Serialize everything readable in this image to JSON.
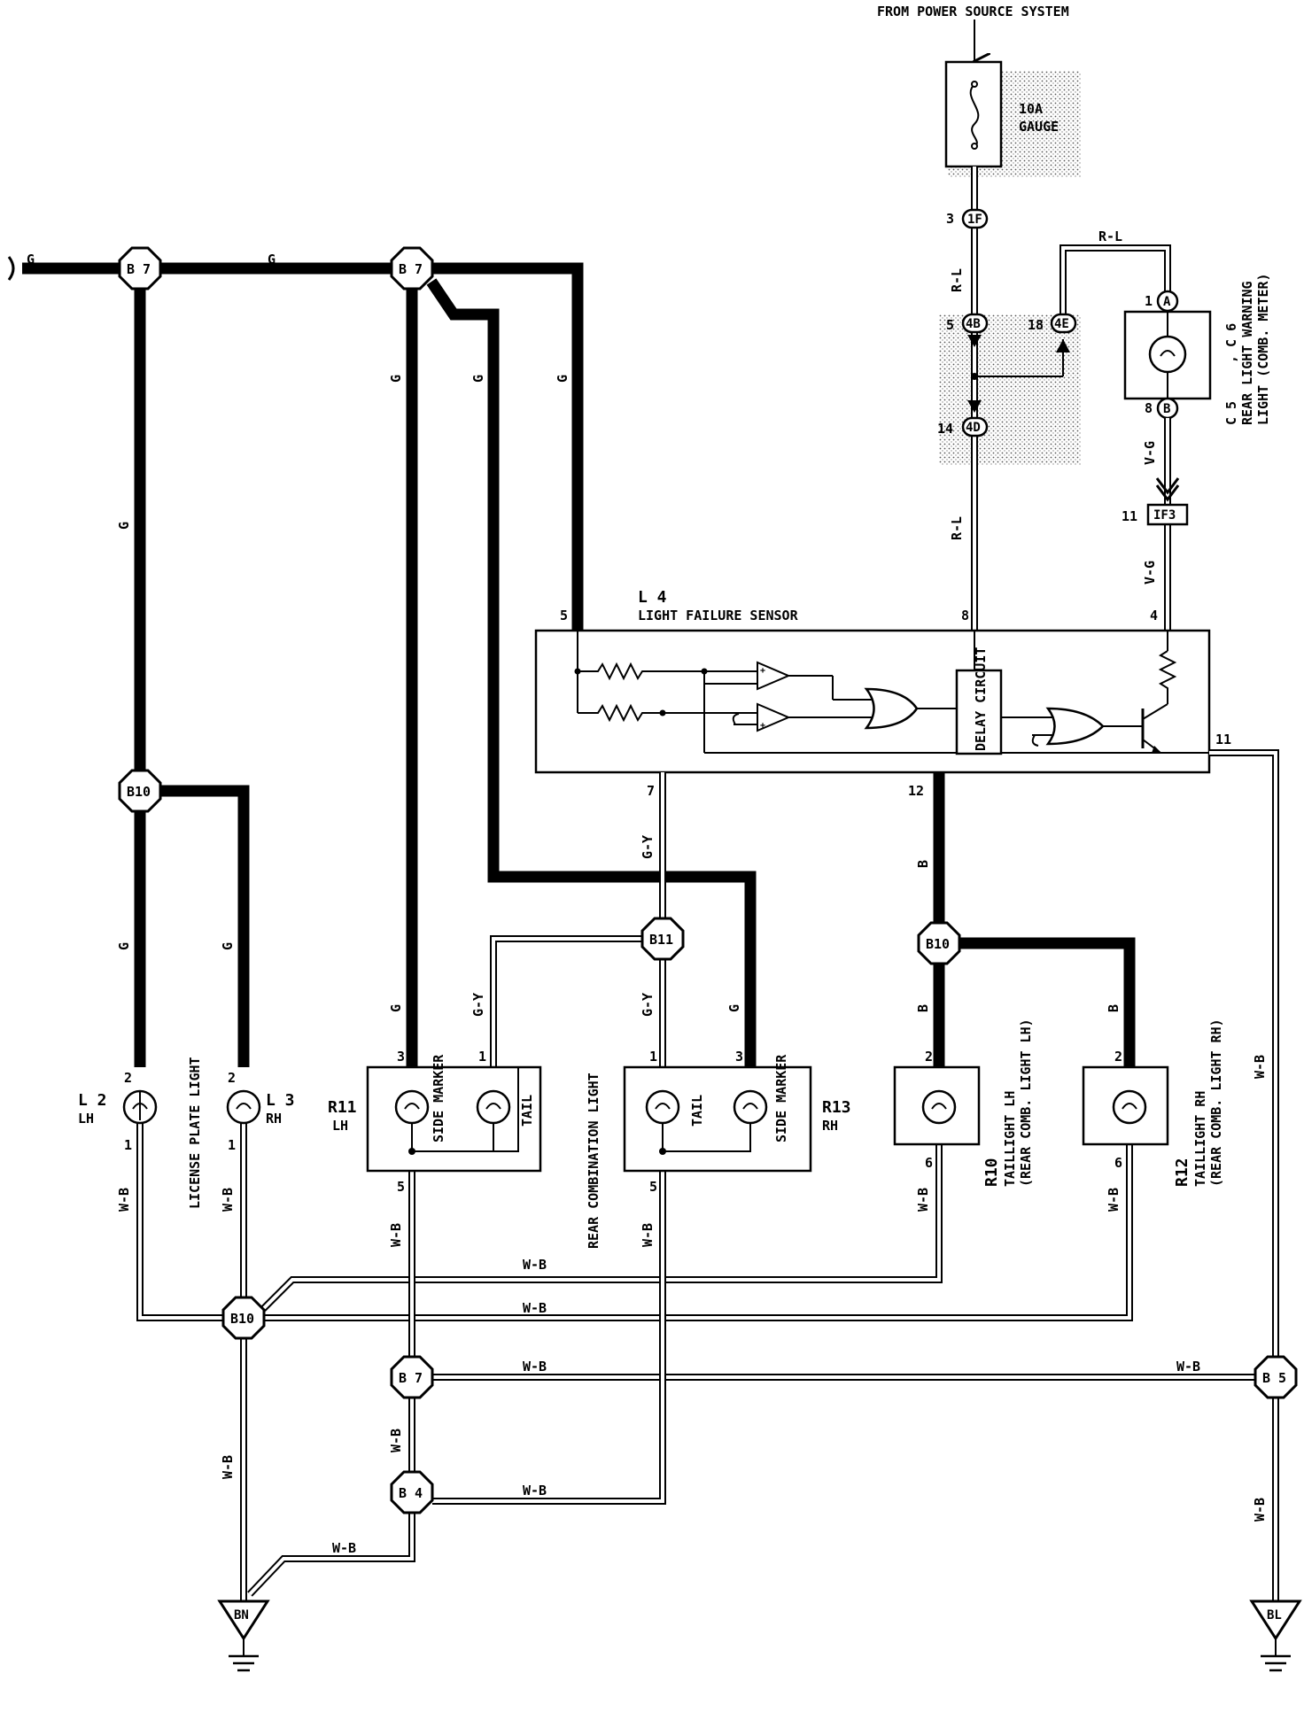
{
  "title": "FROM POWER SOURCE SYSTEM",
  "fuse": {
    "rating": "10A",
    "name": "GAUGE"
  },
  "wire_colors": {
    "g": "G",
    "rl": "R-L",
    "vg": "V-G",
    "gy": "G-Y",
    "b": "B",
    "wb": "W-B"
  },
  "connectors": {
    "b7": "B 7",
    "b10": "B10",
    "b11": "B11",
    "b4": "B 4",
    "b5": "B 5",
    "c1f": "1F",
    "c4b": "4B",
    "c4d": "4D",
    "c4e": "4E",
    "if3": "IF3",
    "ca": "A",
    "cb": "B"
  },
  "pins": {
    "p1": "1",
    "p2": "2",
    "p3": "3",
    "p4": "4",
    "p5": "5",
    "p6": "6",
    "p7": "7",
    "p8": "8",
    "p11": "11",
    "p12": "12",
    "p14": "14",
    "p18": "18"
  },
  "sensor": {
    "id": "L 4",
    "name": "LIGHT FAILURE SENSOR",
    "delay": "DELAY CIRCUIT"
  },
  "meter": {
    "id": "C 5",
    "id_sep": ", C 6",
    "name": "REAR LIGHT WARNING",
    "sub": "LIGHT (COMB. METER)"
  },
  "license": {
    "name": "LICENSE PLATE LIGHT",
    "l2": "L 2",
    "l2_side": "LH",
    "l3": "L 3",
    "l3_side": "RH"
  },
  "rear_comb": {
    "name": "REAR COMBINATION LIGHT",
    "r11": "R11",
    "r11_side": "LH",
    "r13": "R13",
    "r13_side": "RH",
    "side_marker": "SIDE MARKER",
    "tail": "TAIL"
  },
  "taillights": {
    "r10": "R10",
    "r10_name": "TAILLIGHT LH",
    "r10_sub": "(REAR COMB. LIGHT LH)",
    "r12": "R12",
    "r12_name": "TAILLIGHT RH",
    "r12_sub": "(REAR COMB. LIGHT RH)"
  },
  "grounds": {
    "bn": "BN",
    "bl": "BL"
  }
}
